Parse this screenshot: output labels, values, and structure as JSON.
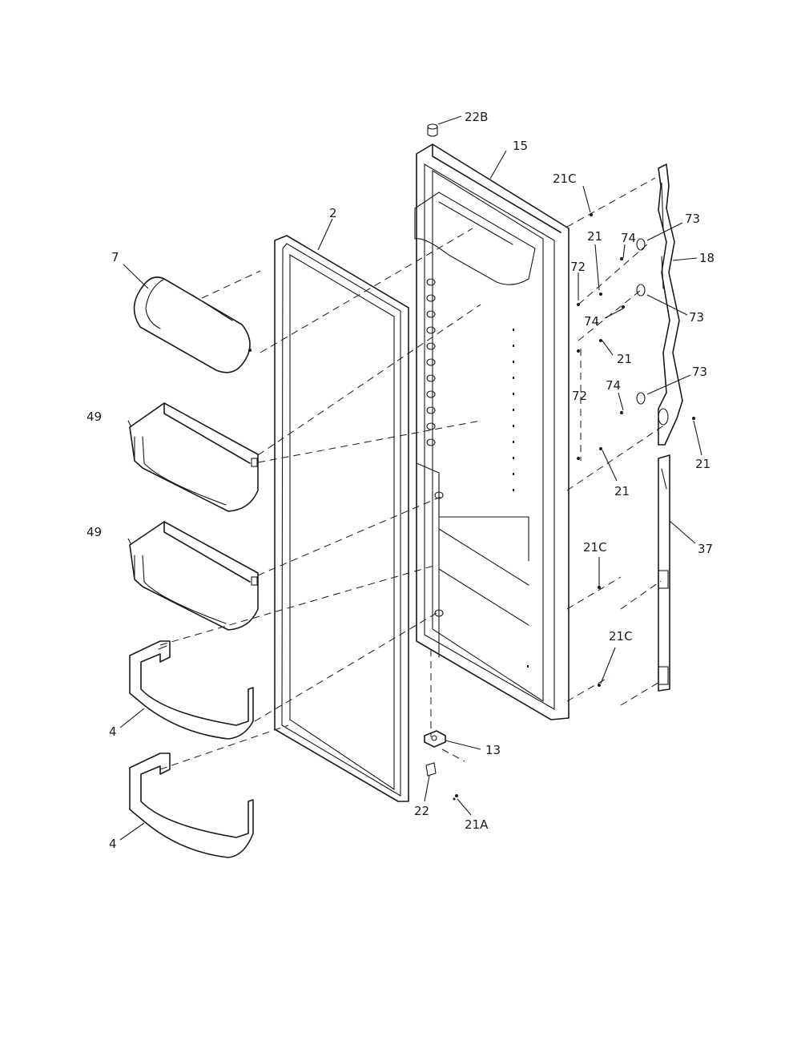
{
  "callouts": {
    "c22b": "22B",
    "c15": "15",
    "c21c_top": "21C",
    "c2": "2",
    "c74_top": "74",
    "c73_top": "73",
    "c21_a": "21",
    "c18": "18",
    "c7": "7",
    "c72_top": "72",
    "c73_mid": "73",
    "c74_mid": "74",
    "c21_b": "21",
    "c72_mid": "72",
    "c73_low": "73",
    "c74_low": "74",
    "c49_a": "49",
    "c21_right": "21",
    "c21_c": "21",
    "c49_b": "49",
    "c21c_mid": "21C",
    "c37": "37",
    "c21c_low": "21C",
    "c4_a": "4",
    "c13": "13",
    "c22": "22",
    "c21a": "21A",
    "c4_b": "4"
  }
}
